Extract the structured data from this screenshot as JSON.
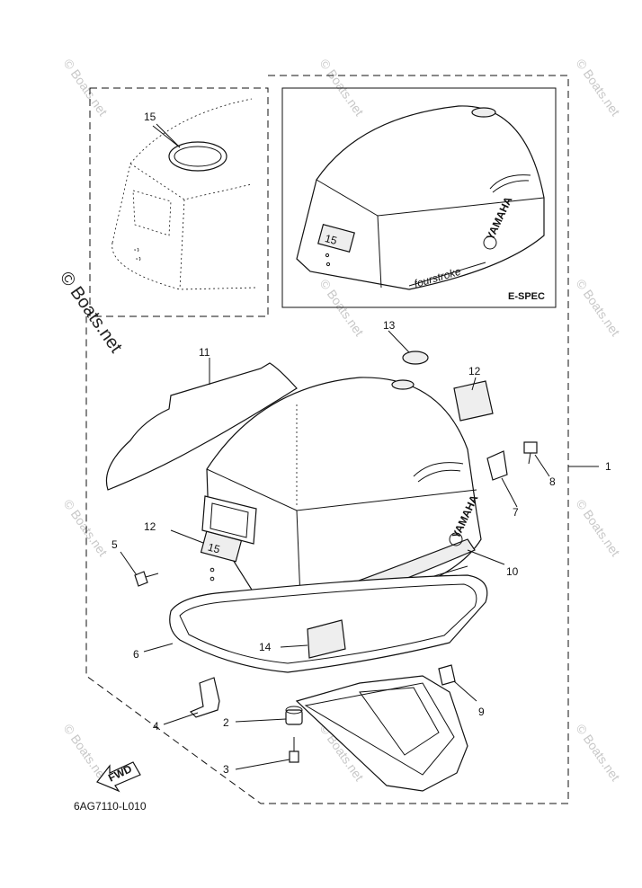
{
  "diagram": {
    "code": "6AG7110-L010",
    "variant_label": "E-SPEC",
    "fwd_label": "FWD",
    "watermark": "© Boats.net",
    "model_badge": "15",
    "brand_text": "YAMAHA",
    "script_text": "fourstroke",
    "callouts": [
      "1",
      "2",
      "3",
      "4",
      "5",
      "6",
      "7",
      "8",
      "9",
      "10",
      "11",
      "12",
      "12",
      "13",
      "14",
      "15"
    ]
  }
}
